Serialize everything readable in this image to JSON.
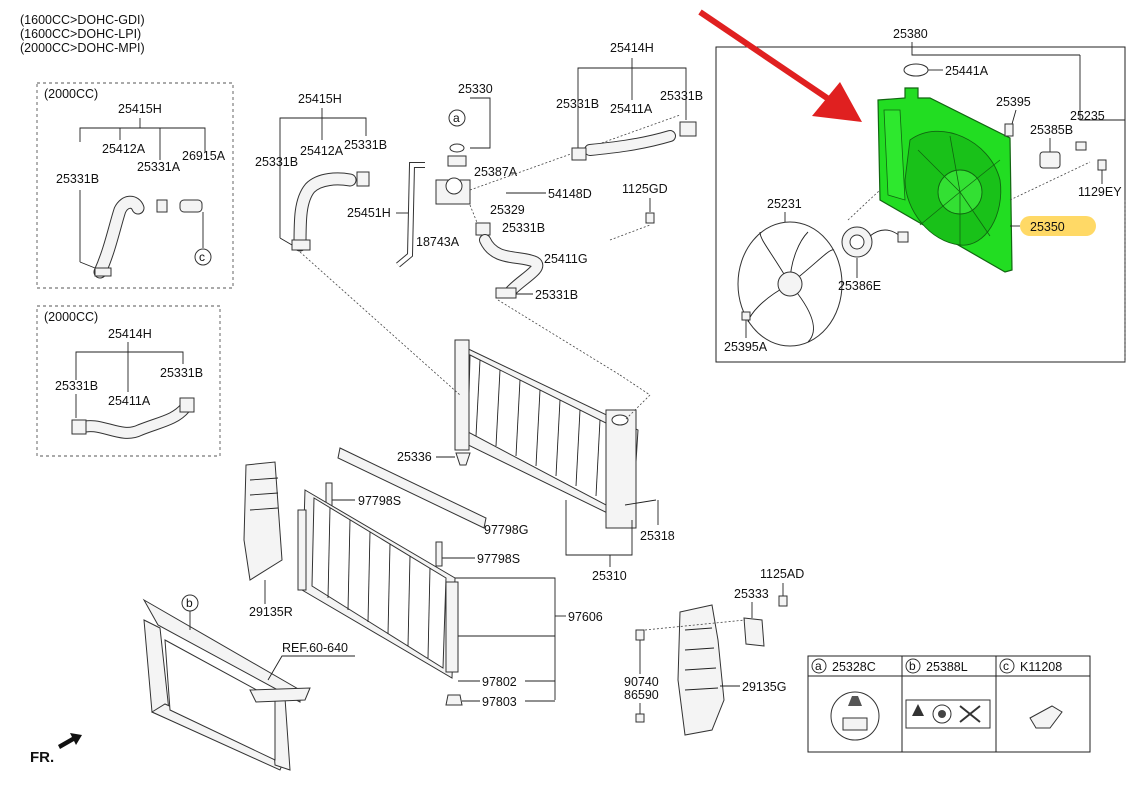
{
  "engine_notes": [
    "(1600CC>DOHC-GDI)",
    "(1600CC>DOHC-LPI)",
    "(2000CC>DOHC-MPI)"
  ],
  "boxes": {
    "box1_title": "(2000CC)",
    "box2_title": "(2000CC)"
  },
  "labels": {
    "p25415H_a": "25415H",
    "p25412A_a": "25412A",
    "p25331A": "25331A",
    "p26915A": "26915A",
    "p25331B_a": "25331B",
    "p25414H_b": "25414H",
    "p25331B_b1": "25331B",
    "p25331B_b2": "25331B",
    "p25411A_b": "25411A",
    "p25415H_c": "25415H",
    "p25412A_c": "25412A",
    "p25331B_c1": "25331B",
    "p25331B_c2": "25331B",
    "p25451H": "25451H",
    "p25330": "25330",
    "p25387A": "25387A",
    "p54148D": "54148D",
    "p25329": "25329",
    "p18743A": "18743A",
    "p25331B_d": "25331B",
    "p25411G": "25411G",
    "p25331B_e": "25331B",
    "p25414H_t": "25414H",
    "p25331B_t1": "25331B",
    "p25411A_t": "25411A",
    "p25331B_t2": "25331B",
    "p1125GD": "1125GD",
    "p25380": "25380",
    "p25441A": "25441A",
    "p25395": "25395",
    "p25235": "25235",
    "p25385B": "25385B",
    "p1129EY": "1129EY",
    "p25231": "25231",
    "p25350": "25350",
    "p25386E": "25386E",
    "p25395A": "25395A",
    "p25336": "25336",
    "p97798S_1": "97798S",
    "p97798G": "97798G",
    "p97798S_2": "97798S",
    "p25318": "25318",
    "p25310": "25310",
    "p29135R": "29135R",
    "p97606": "97606",
    "pREF": "REF.60-640",
    "p97802": "97802",
    "p97803": "97803",
    "p1125AD": "1125AD",
    "p25333": "25333",
    "p90740": "90740",
    "p86590": "86590",
    "p29135G": "29135G",
    "fr": "FR."
  },
  "callouts": {
    "a": "a",
    "b": "b",
    "c": "c"
  },
  "legend": [
    {
      "key": "a",
      "part": "25328C"
    },
    {
      "key": "b",
      "part": "25388L"
    },
    {
      "key": "c",
      "part": "K11208"
    }
  ],
  "colors": {
    "highlight_part": "#22dd22",
    "highlight_label": "#ffd966",
    "arrow": "#e02020"
  }
}
